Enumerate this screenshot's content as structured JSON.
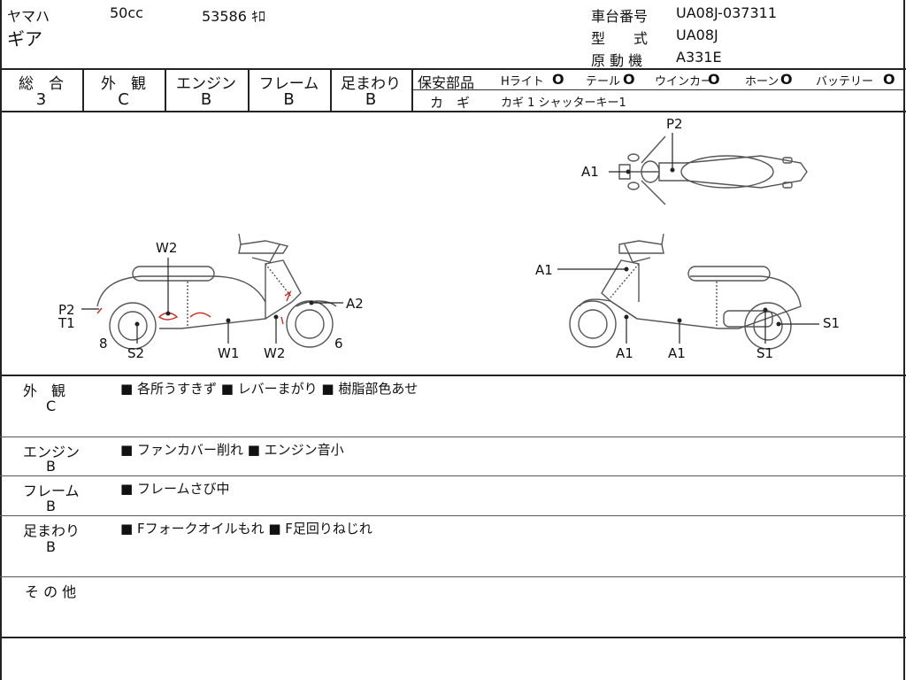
{
  "header": {
    "maker": "ヤマハ",
    "displacement": "50cc",
    "mileage": "53586 ｷﾛ",
    "model_name": "ギア",
    "frame_no_label": "車台番号",
    "frame_no": "UA08J-037311",
    "model_code_label": "型　　式",
    "model_code": "UA08J",
    "engine_label": "原 動 機",
    "engine": "A331E"
  },
  "grades": [
    {
      "label": "総　合",
      "value": "3"
    },
    {
      "label": "外　観",
      "value": "C"
    },
    {
      "label": "エンジン",
      "value": "B"
    },
    {
      "label": "フレーム",
      "value": "B"
    },
    {
      "label": "足まわり",
      "value": "B"
    }
  ],
  "safety": {
    "label": "保安部品",
    "items": [
      {
        "label": "Hライト",
        "mark": "O"
      },
      {
        "label": "テール",
        "mark": "O"
      },
      {
        "label": "ウインカー",
        "mark": "O"
      },
      {
        "label": "ホーン",
        "mark": "O"
      },
      {
        "label": "バッテリー",
        "mark": "O"
      }
    ],
    "key_label": "カ　ギ",
    "key_value": "カギ 1 シャッターキー1"
  },
  "diagram": {
    "top_labels": [
      "P2",
      "A1"
    ],
    "left_labels": [
      "W2",
      "P2",
      "T1",
      "8",
      "S2",
      "W1",
      "W2",
      "A2",
      "6"
    ],
    "right_labels": [
      "A1",
      "A1",
      "A1",
      "S1",
      "S1"
    ]
  },
  "sections": [
    {
      "label": "外　観",
      "grade": "C",
      "notes": "■ 各所うすきず ■ レバーまがり ■ 樹脂部色あせ"
    },
    {
      "label": "エンジン",
      "grade": "B",
      "notes": "■ ファンカバー削れ ■ エンジン音小"
    },
    {
      "label": "フレーム",
      "grade": "B",
      "notes": "■ フレームさび中"
    },
    {
      "label": "足まわり",
      "grade": "B",
      "notes": "■ Fフォークオイルもれ ■ F足回りねじれ"
    },
    {
      "label": "そ の 他",
      "grade": "",
      "notes": ""
    }
  ]
}
